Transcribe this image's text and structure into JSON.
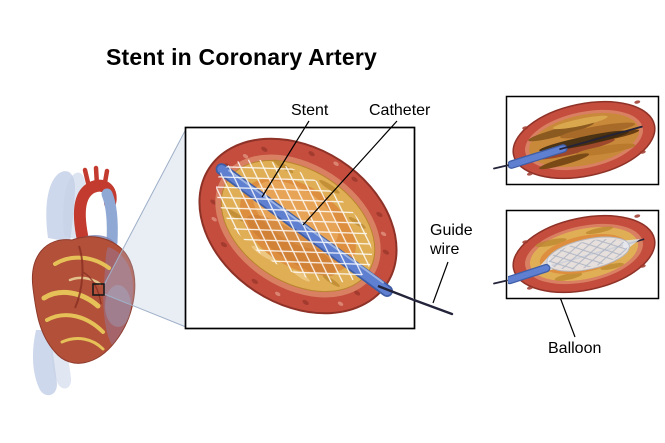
{
  "title": "Stent in Coronary Artery",
  "labels": {
    "stent": "Stent",
    "catheter": "Catheter",
    "guide_wire": "Guide\nwire",
    "balloon": "Balloon"
  },
  "colors": {
    "artery_wall": "#c44d3e",
    "artery_wall_dark": "#8e3227",
    "artery_wall_light": "#d97f62",
    "plaque": "#dfae55",
    "plaque_dark": "#b9852e",
    "lumen": "#dd8f3f",
    "lumen_light": "#eaa95f",
    "catheter_blue": "#5f7fd0",
    "catheter_blue_dark": "#3f5da5",
    "guide_wire_dark": "#23233a",
    "stent_white": "#ffffff",
    "balloon_gray": "#e8ebf1",
    "heart_red": "#b2503a",
    "fat_yellow": "#e5c158",
    "vessel_blue": "#8fa8d4",
    "aorta_red": "#c23b2e",
    "label_line": "#000000",
    "zoom_fan": "#b6c6de"
  }
}
